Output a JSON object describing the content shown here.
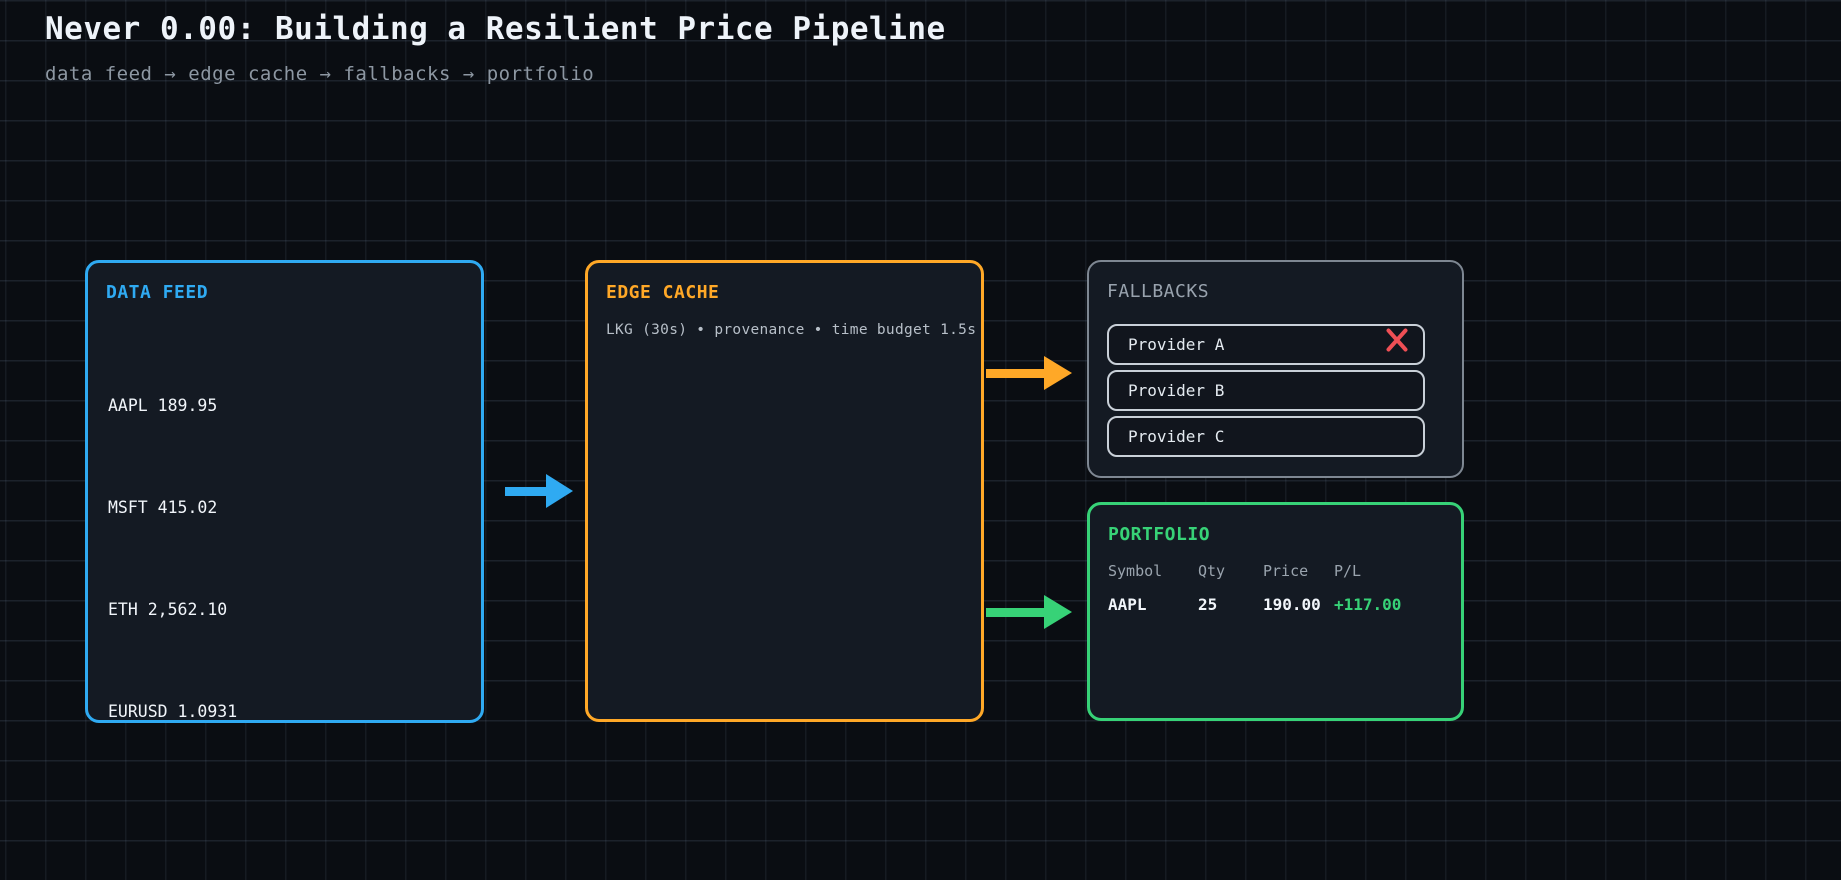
{
  "page": {
    "title": "Never 0.00: Building a Resilient Price Pipeline",
    "subtitle": "data feed → edge cache → fallbacks → portfolio"
  },
  "colors": {
    "accent_blue": "#2FAAF2",
    "accent_orange": "#FFA827",
    "accent_green": "#37D277",
    "accent_red": "#EF4F55",
    "panel_border_gray": "#7E8792",
    "muted_gray": "#99A3AE",
    "page_bg": "#0A0D12",
    "panel_bg": "#141A23"
  },
  "data_feed": {
    "title": "DATA FEED",
    "items": [
      "AAPL 189.95",
      "MSFT 415.02",
      "ETH 2,562.10",
      "EURUSD 1.0931"
    ]
  },
  "edge_cache": {
    "title": "EDGE CACHE",
    "meta": "LKG (30s) • provenance • time budget 1.5s"
  },
  "fallbacks": {
    "title": "FALLBACKS",
    "providers": [
      {
        "label": "Provider A",
        "failed": true,
        "status_icon": "red-x-icon"
      },
      {
        "label": "Provider B",
        "failed": false
      },
      {
        "label": "Provider C",
        "failed": false
      }
    ]
  },
  "portfolio": {
    "title": "PORTFOLIO",
    "headers": [
      "Symbol",
      "Qty",
      "Price",
      "P/L"
    ],
    "rows": [
      {
        "symbol": "AAPL",
        "qty": "25",
        "price": "190.00",
        "pl": "+117.00"
      }
    ]
  }
}
